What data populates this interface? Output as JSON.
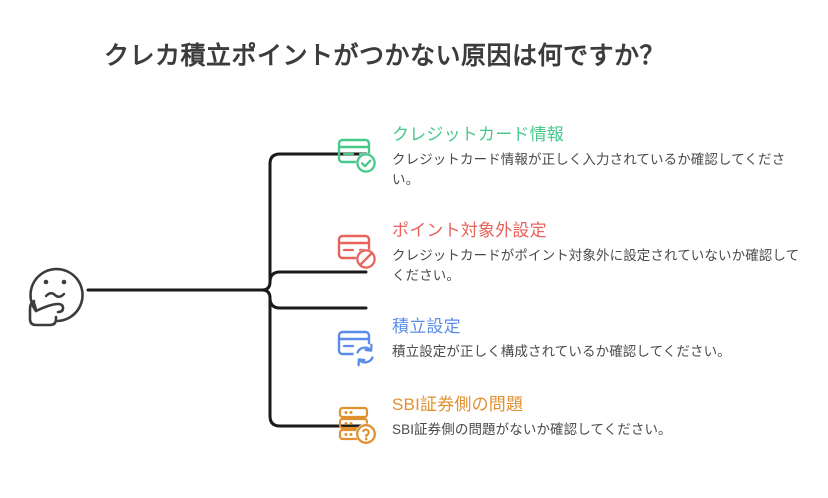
{
  "page": {
    "title": "クレカ積立ポイントがつかない原因は何ですか？",
    "background_color": "#ffffff",
    "title_color": "#3c3c3c",
    "connector_color": "#1a1a1a"
  },
  "root": {
    "icon": "thinking-face-icon",
    "icon_color": "#3c3c3c"
  },
  "branches": [
    {
      "heading": "クレジットカード情報",
      "description": "クレジットカード情報が正しく入力されているか確認してください。",
      "color": "#48c98a",
      "icon": "credit-card-check-icon"
    },
    {
      "heading": "ポイント対象外設定",
      "description": "クレジットカードがポイント対象外に設定されていないか確認してください。",
      "color": "#e8635c",
      "icon": "credit-card-blocked-icon"
    },
    {
      "heading": "積立設定",
      "description": "積立設定が正しく構成されているか確認してください。",
      "color": "#5b8de8",
      "icon": "credit-card-sync-icon"
    },
    {
      "heading": "SBI証券側の問題",
      "description": "SBI証券側の問題がないか確認してください。",
      "color": "#e0902f",
      "icon": "server-question-icon"
    }
  ]
}
